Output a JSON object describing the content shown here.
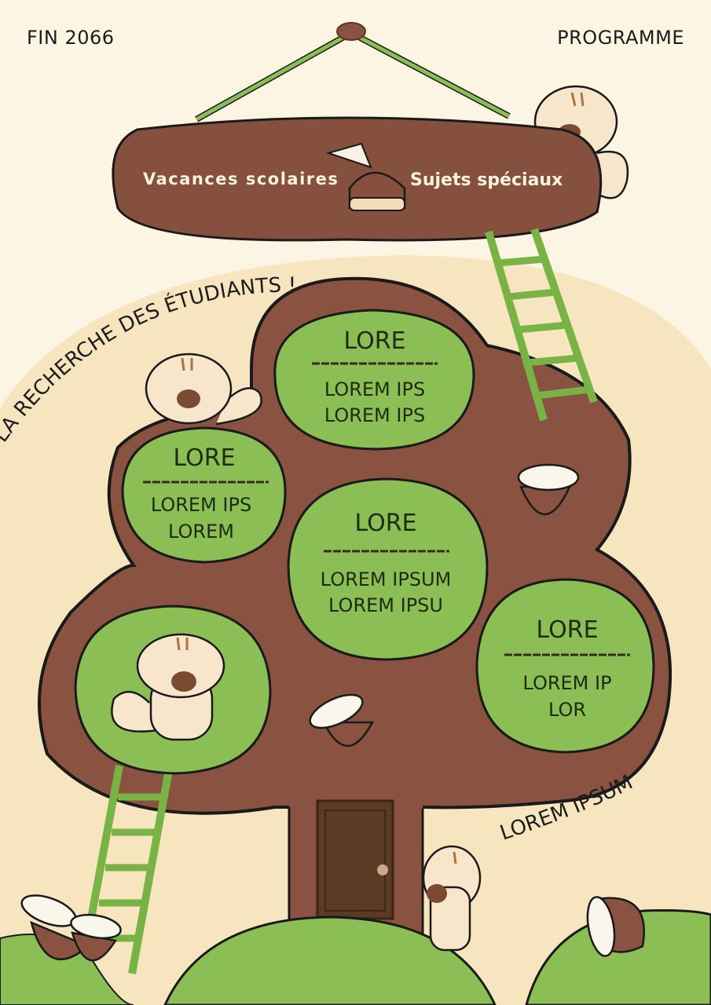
{
  "header": {
    "left": "FIN 2066",
    "right": "PROGRAMME"
  },
  "sign": {
    "left_label": "Vacances scolaires",
    "right_label": "Sujets spéciaux"
  },
  "curved_heading": "LA RECHERCHE DES ÉTUDIANTS !",
  "footer_label": "LOREM IPSUM",
  "nodes": [
    {
      "title": "LORE",
      "line1": "LOREM IPS",
      "line2": "LOREM IPS"
    },
    {
      "title": "LORE",
      "line1": "LOREM IPS",
      "line2": "LOREM"
    },
    {
      "title": "LORE",
      "line1": "LOREM IPSUM",
      "line2": "LOREM IPSU"
    },
    {
      "title": "LORE",
      "line1": "LOREM IP",
      "line2": "LOR"
    }
  ],
  "colors": {
    "background": "#fdf5e4",
    "trunk": "#8a5240",
    "leaf_green": "#8bbf55",
    "door": "#5b3a26",
    "sign": "#85503e"
  },
  "icons": [
    "squirrel-icon",
    "acorn-icon",
    "chestnut-icon",
    "ladder-icon",
    "door-icon"
  ]
}
